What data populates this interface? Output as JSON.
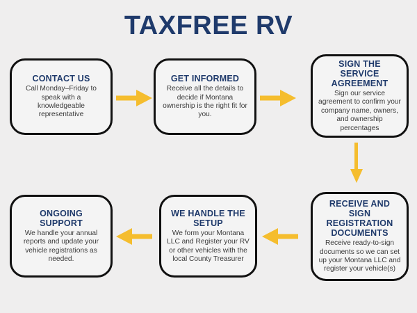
{
  "page": {
    "title": "TAXFREE RV",
    "background_color": "#efeeee",
    "brand_navy": "#1f3a6b",
    "accent_gold": "#f5bd2e",
    "border_color": "#111111",
    "body_text_color": "#3a3a3a"
  },
  "flow": {
    "steps": [
      {
        "id": "contact-us",
        "title": "CONTACT US",
        "body": "Call Monday–Friday to speak with a knowledgeable representative"
      },
      {
        "id": "get-informed",
        "title": "GET INFORMED",
        "body": "Receive all the details to decide if Montana ownership is the right fit for you."
      },
      {
        "id": "sign-agreement",
        "title": "SIGN THE SERVICE AGREEMENT",
        "body": "Sign our service agreement to confirm your company name, owners, and ownership percentages"
      },
      {
        "id": "receive-sign",
        "title": "RECEIVE AND SIGN REGISTRATION DOCUMENTS",
        "body": "Receive ready-to-sign documents so we can set up your Montana LLC and register your vehicle(s)"
      },
      {
        "id": "we-handle-setup",
        "title": "WE HANDLE THE SETUP",
        "body": "We form your Montana LLC and Register your RV or other vehicles with the local County Treasurer"
      },
      {
        "id": "ongoing-support",
        "title": "ONGOING SUPPORT",
        "body": "We handle your annual reports and update your vehicle registrations as needed."
      }
    ],
    "connectors": [
      {
        "id": "contact-to-informed",
        "direction": "right",
        "icon": "arrow-right-icon"
      },
      {
        "id": "informed-to-agreement",
        "direction": "right",
        "icon": "arrow-right-icon"
      },
      {
        "id": "agreement-to-receive",
        "direction": "down",
        "icon": "arrow-down-icon"
      },
      {
        "id": "receive-to-setup",
        "direction": "left",
        "icon": "arrow-left-icon"
      },
      {
        "id": "setup-to-support",
        "direction": "left",
        "icon": "arrow-left-icon"
      }
    ]
  }
}
